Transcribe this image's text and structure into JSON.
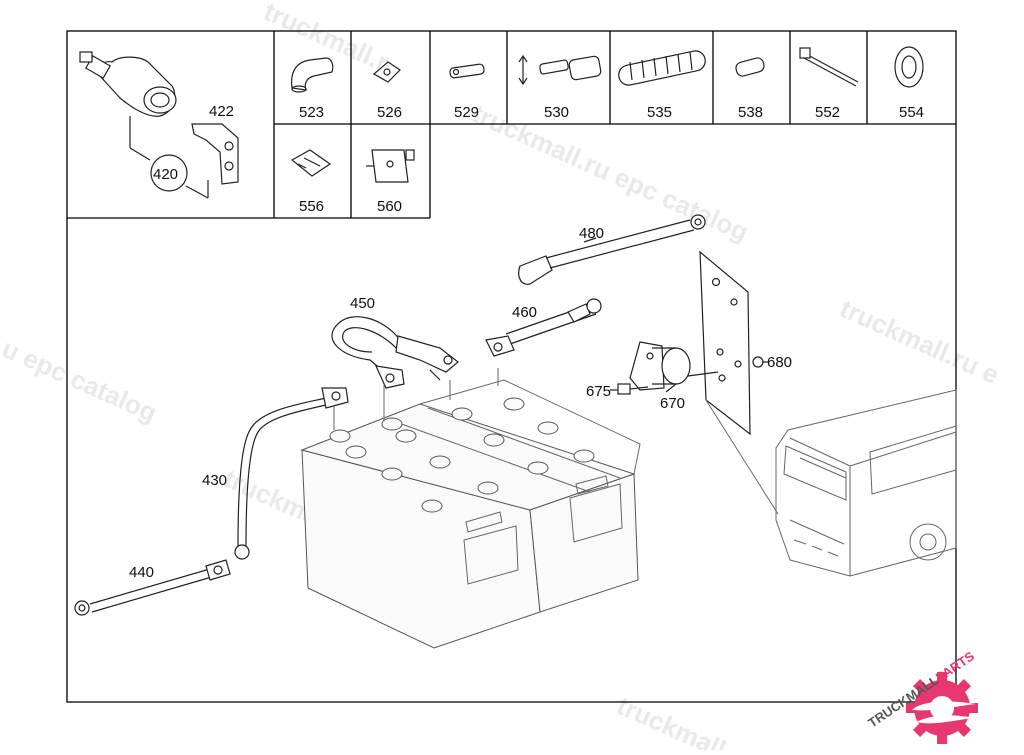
{
  "diagram": {
    "callouts": {
      "p420": "420",
      "p422": "422",
      "p523": "523",
      "p526": "526",
      "p529": "529",
      "p530": "530",
      "p535": "535",
      "p538": "538",
      "p552": "552",
      "p554": "554",
      "p556": "556",
      "p560": "560",
      "p480": "480",
      "p450": "450",
      "p460": "460",
      "p430": "430",
      "p440": "440",
      "p670": "670",
      "p675": "675",
      "p680": "680"
    }
  },
  "watermark": {
    "text": "truckmall.ru epc catalog",
    "fragment_left": "u epc catalog",
    "fragment_right": "truckmall.ru e",
    "fragment_top": "truckmall.r"
  },
  "brand": {
    "part1": "TRUCKMALL",
    "part2": "PARTS",
    "color_dark": "#555555",
    "color_accent": "#e8366f"
  }
}
